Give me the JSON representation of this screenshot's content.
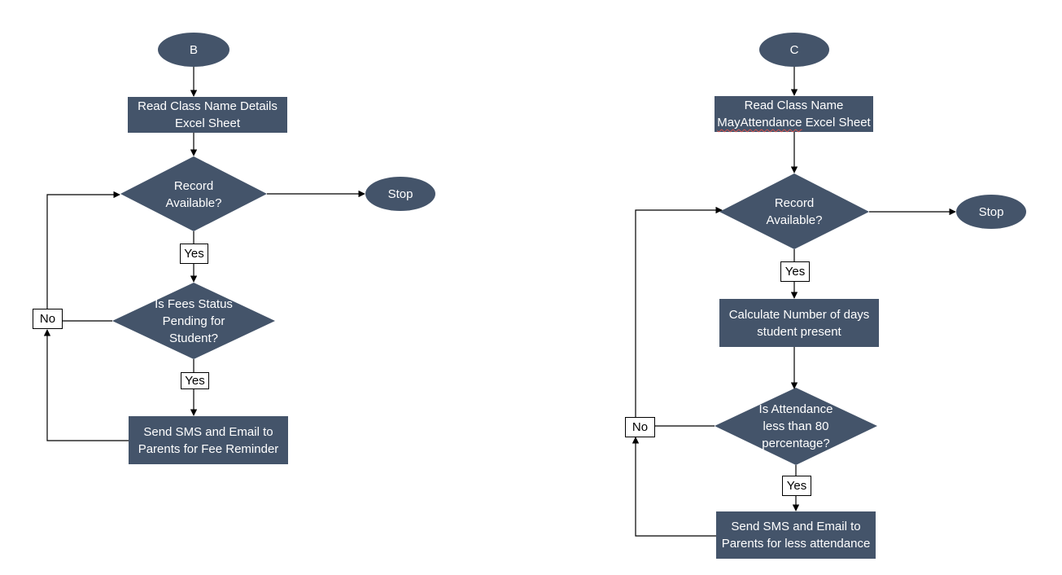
{
  "colors": {
    "node_fill": "#44546a",
    "node_text": "#ffffff",
    "line": "#000000"
  },
  "flow_b": {
    "start": "B",
    "read": "Read Class Name Details\nExcel Sheet",
    "decision1": "Record\nAvailable?",
    "stop": "Stop",
    "yes1": "Yes",
    "decision2": "Is Fees Status\nPending for\nStudent?",
    "yes2": "Yes",
    "no": "No",
    "action": "Send SMS and Email to\nParents for Fee Reminder"
  },
  "flow_c": {
    "start": "C",
    "read_line1": "Read Class Name",
    "read_line2_word": "MayAttendance",
    "read_line2_rest": " Excel Sheet",
    "decision1": "Record\nAvailable?",
    "stop": "Stop",
    "yes1": "Yes",
    "calc": "Calculate Number of days\nstudent present",
    "decision2": "Is Attendance\nless than 80\npercentage?",
    "yes2": "Yes",
    "no": "No",
    "action": "Send SMS and Email to\nParents for less attendance"
  }
}
